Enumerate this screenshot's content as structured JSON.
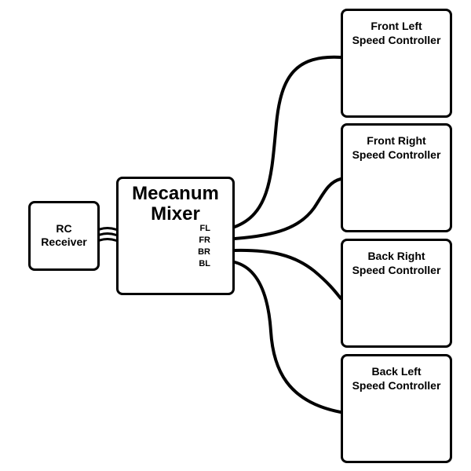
{
  "rc_receiver": {
    "line1": "RC",
    "line2": "Receiver"
  },
  "mixer": {
    "title_line1": "Mecanum",
    "title_line2": "Mixer",
    "ports": [
      "FL",
      "FR",
      "BR",
      "BL"
    ]
  },
  "controllers": [
    {
      "line1": "Front Left",
      "line2": "Speed Controller"
    },
    {
      "line1": "Front Right",
      "line2": "Speed Controller"
    },
    {
      "line1": "Back Right",
      "line2": "Speed Controller"
    },
    {
      "line1": "Back Left",
      "line2": "Speed Controller"
    }
  ]
}
